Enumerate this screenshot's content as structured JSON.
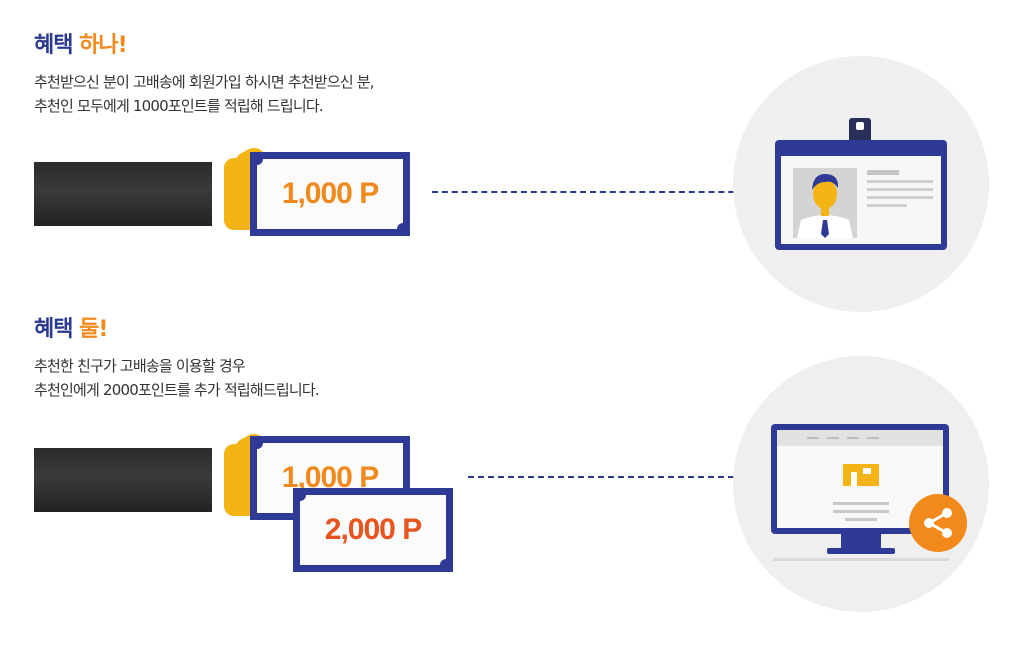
{
  "benefit1": {
    "heading_prefix": "혜택",
    "heading_highlight": "하나!",
    "desc_line1": "추천받으신 분이 고배송에 회원가입 하시면 추천받으신 분,",
    "desc_line2": "추천인 모두에게 1000포인트를 적립해 드립니다.",
    "bill_amount": "1,000 P",
    "icon": "id-card-icon"
  },
  "benefit2": {
    "heading_prefix": "혜택",
    "heading_highlight": "둘!",
    "desc_line1": "추천한 친구가 고배송을 이용할 경우",
    "desc_line2": "추천인에게 2000포인트를 추가 적립해드립니다.",
    "bill_back_amount": "1,000 P",
    "bill_front_amount": "2,000 P",
    "icon": "monitor-share-icon"
  },
  "colors": {
    "navy": "#2a3a8f",
    "orange": "#f28a1b",
    "red_orange": "#e8541f",
    "gold": "#f4b514"
  }
}
